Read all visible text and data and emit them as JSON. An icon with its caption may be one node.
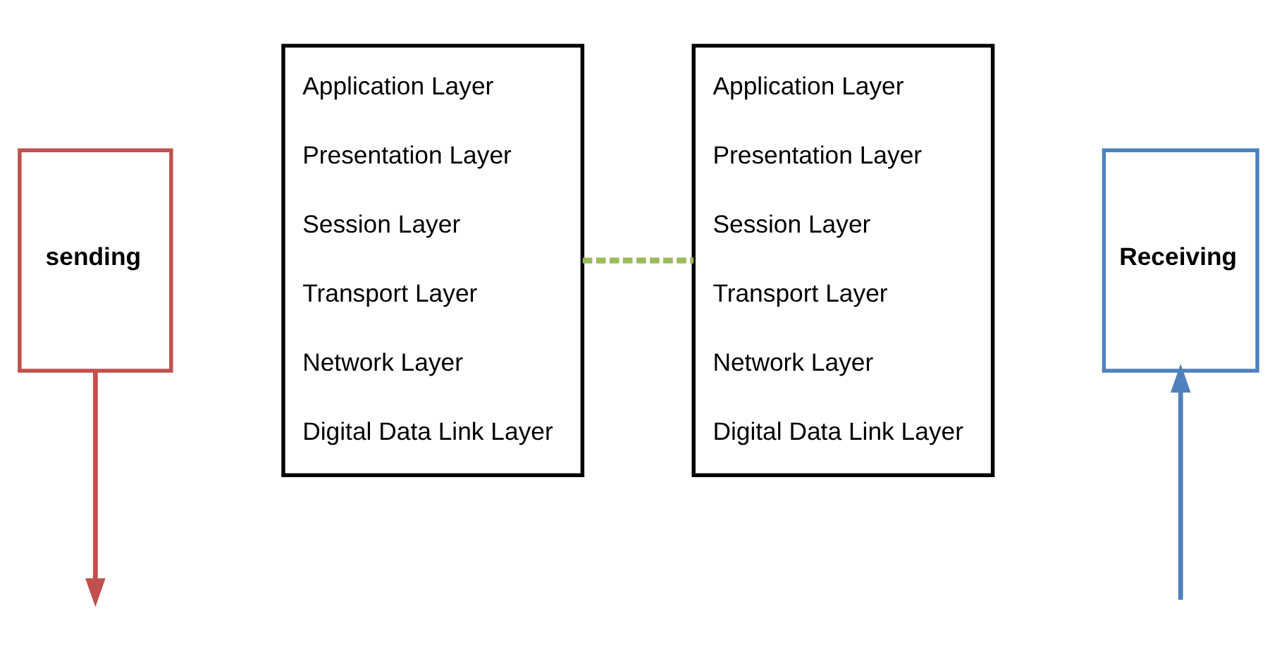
{
  "diagram": {
    "nodes": [
      {
        "text": [
          "sending"
        ]
      },
      {
        "text": [
          "Application Layer",
          "Presentation Layer",
          "Session Layer",
          "Transport Layer",
          "Network Layer",
          "Digital Data Link Layer"
        ]
      },
      {
        "text": [
          "Application Layer",
          "Presentation Layer",
          "Session Layer",
          "Transport Layer",
          "Network Layer",
          "Digital Data Link Layer"
        ]
      },
      {
        "text": [
          "Receiving"
        ]
      }
    ],
    "edges": [
      {
        "from": 0,
        "to": null,
        "arrow": "to",
        "color": "#c0504d"
      },
      {
        "from": 1,
        "to": 2,
        "arrow": "none",
        "style": "dashed",
        "color": "#9bbb59"
      },
      {
        "from": null,
        "to": 3,
        "arrow": "to",
        "color": "#4f81bd"
      }
    ]
  }
}
